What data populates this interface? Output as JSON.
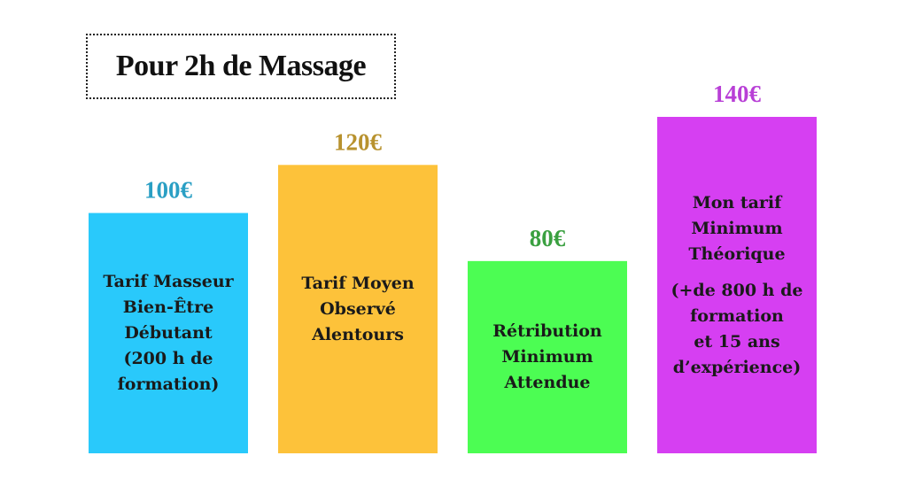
{
  "title": "Pour 2h de Massage",
  "chart_data": {
    "type": "bar",
    "categories": [
      "Tarif Masseur Bien-Être Débutant (200 h de formation)",
      "Tarif Moyen Observé Alentours",
      "Rétribution Minimum Attendue",
      "Mon tarif Minimum Théorique (+de 800 h de formation et 15 ans d’expérience)"
    ],
    "values": [
      100,
      120,
      80,
      140
    ],
    "value_labels": [
      "100€",
      "120€",
      "80€",
      "140€"
    ],
    "ylim": [
      0,
      140
    ],
    "grid": false,
    "legend": "none",
    "colors": [
      "#29c9fb",
      "#fdc23a",
      "#4cfd53",
      "#d63ff2"
    ],
    "label_colors": [
      "#2a9fc4",
      "#b8922e",
      "#3aa040",
      "#b83fd6"
    ],
    "bar_text": [
      [
        "Tarif Masseur",
        "Bien-Être",
        "Débutant",
        "(200 h de",
        "formation)"
      ],
      [
        "Tarif Moyen",
        "Observé",
        "Alentours"
      ],
      [
        "Rétribution",
        "Minimum",
        "Attendue"
      ],
      [
        "Mon tarif",
        "Minimum",
        "Théorique",
        "",
        "(+de 800 h de",
        "formation",
        "et 15 ans",
        "d’expérience)"
      ]
    ]
  }
}
